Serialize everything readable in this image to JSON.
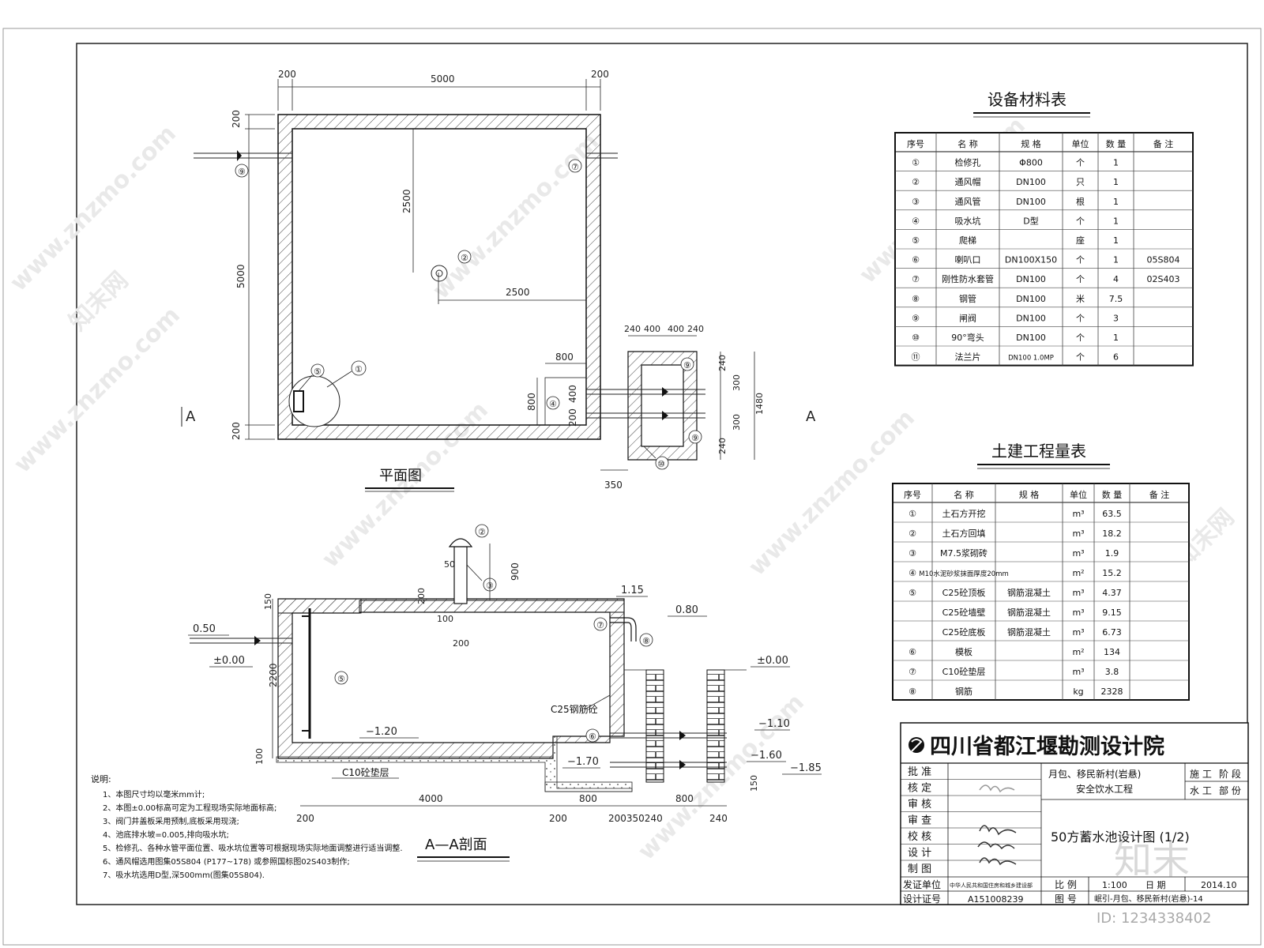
{
  "plan": {
    "title": "平面图",
    "dims": {
      "top_left": "200",
      "top_mid": "5000",
      "top_right": "200",
      "left_top": "200",
      "left_mid": "5000",
      "left_bot": "200",
      "v2500": "2500",
      "h2500": "2500",
      "d800a": "800",
      "d800b": "800",
      "d400": "400",
      "d200": "200",
      "p240a": "240",
      "p400a": "400",
      "p400b": "400",
      "p240b": "240",
      "r300a": "300",
      "r1480": "1480",
      "r300b": "300",
      "r240": "240",
      "d350": "350"
    },
    "section_marks": [
      "A",
      "A"
    ]
  },
  "section": {
    "title": "A—A剖面",
    "levels": {
      "l050": "0.50",
      "l000a": "±0.00",
      "l115": "1.15",
      "l080": "0.80",
      "l000b": "±0.00",
      "l120": "−1.20",
      "l110": "−1.10",
      "l160": "−1.60",
      "l170": "−1.70",
      "l185": "−1.85"
    },
    "dims": {
      "d150": "150",
      "d2200": "2200",
      "d100": "100",
      "d900": "900",
      "d200a": "200",
      "d50": "50",
      "d100b": "100",
      "d200b": "200",
      "d150b": "150",
      "b4000": "4000",
      "b800a": "800",
      "b800b": "800",
      "b200a": "200",
      "b200b": "200",
      "b200350240": "200350240",
      "b240": "240"
    },
    "labels": {
      "concrete": "C25钢筋砼",
      "cushion": "C10砼垫层"
    }
  },
  "notes": {
    "heading": "说明:",
    "items": [
      "1、本图尺寸均以毫米mm计;",
      "2、本图±0.00标高可定为工程现场实际地面标高;",
      "3、阀门井盖板采用预制,底板采用现浇;",
      "4、池底排水坡=0.005,排向吸水坑;",
      "5、检修孔、各种水管平面位置、吸水坑位置等可根据现场实际地面调整进行适当调整.",
      "6、通风帽选用图集05S804 (P177~178) 或参照国标图02S403制作;",
      "7、吸水坑选用D型,深500mm(图集05S804)."
    ]
  },
  "equipment_table": {
    "title": "设备材料表",
    "headers": [
      "序号",
      "名  称",
      "规  格",
      "单位",
      "数 量",
      "备  注"
    ],
    "rows": [
      [
        "①",
        "检修孔",
        "Φ800",
        "个",
        "1",
        ""
      ],
      [
        "②",
        "通风帽",
        "DN100",
        "只",
        "1",
        ""
      ],
      [
        "③",
        "通风管",
        "DN100",
        "根",
        "1",
        ""
      ],
      [
        "④",
        "吸水坑",
        "D型",
        "个",
        "1",
        ""
      ],
      [
        "⑤",
        "爬梯",
        "",
        "座",
        "1",
        ""
      ],
      [
        "⑥",
        "喇叭口",
        "DN100X150",
        "个",
        "1",
        "05S804"
      ],
      [
        "⑦",
        "刚性防水套管",
        "DN100",
        "个",
        "4",
        "02S403"
      ],
      [
        "⑧",
        "钢管",
        "DN100",
        "米",
        "7.5",
        ""
      ],
      [
        "⑨",
        "闸阀",
        "DN100",
        "个",
        "3",
        ""
      ],
      [
        "⑩",
        "90°弯头",
        "DN100",
        "个",
        "1",
        ""
      ],
      [
        "⑪",
        "法兰片",
        "DN100    1.0MP",
        "个",
        "6",
        ""
      ]
    ]
  },
  "civil_table": {
    "title": "土建工程量表",
    "headers": [
      "序号",
      "名  称",
      "规  格",
      "单位",
      "数 量",
      "备  注"
    ],
    "rows": [
      [
        "①",
        "土石方开挖",
        "",
        "m³",
        "63.5",
        ""
      ],
      [
        "②",
        "土石方回填",
        "",
        "m³",
        "18.2",
        ""
      ],
      [
        "③",
        "M7.5浆砌砖",
        "",
        "m³",
        "1.9",
        ""
      ],
      [
        "④",
        "M10水泥砂浆抹面厚度20mm",
        "",
        "m²",
        "15.2",
        ""
      ],
      [
        "⑤",
        "C25砼顶板",
        "钢筋混凝土",
        "m³",
        "4.37",
        ""
      ],
      [
        "",
        "C25砼墙壁",
        "钢筋混凝土",
        "m³",
        "9.15",
        ""
      ],
      [
        "",
        "C25砼底板",
        "钢筋混凝土",
        "m³",
        "6.73",
        ""
      ],
      [
        "⑥",
        "模板",
        "",
        "m²",
        "134",
        ""
      ],
      [
        "⑦",
        "C10砼垫层",
        "",
        "m³",
        "3.8",
        ""
      ],
      [
        "⑧",
        "钢筋",
        "",
        "kg",
        "2328",
        ""
      ]
    ]
  },
  "title_block": {
    "institute": "四川省都江堰勘测设计院",
    "project_line1": "月包、移民新村(岩悬)",
    "project_line2": "安全饮水工程",
    "stage_labels": [
      "施 工",
      "阶 段",
      "水 工",
      "部 份"
    ],
    "roles": [
      "批 准",
      "核 定",
      "审 核",
      "审 查",
      "校 核",
      "设 计",
      "制 图"
    ],
    "drawing_title": "50方蓄水池设计图 (1/2)",
    "issuer_label": "发证单位",
    "issuer": "中华人民共和国住房和城乡建设部",
    "cert_label": "设计证号",
    "cert": "A151008239",
    "scale_label": "比 例",
    "scale": "1:100",
    "date_label": "日 期",
    "date": "2014.10",
    "drawing_no_label": "图 号",
    "drawing_no": "岷引-月包、移民新村(岩悬)-14"
  },
  "watermark": {
    "site": "www.znzmo.com",
    "brand": "知末网",
    "logo": "知末",
    "id": "ID: 1234338402"
  }
}
